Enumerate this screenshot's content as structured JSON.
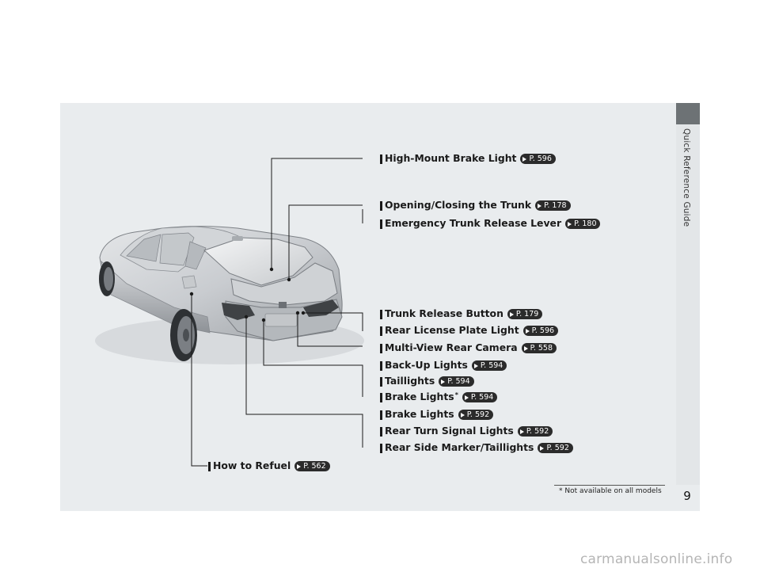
{
  "side_tab": "Quick Reference Guide",
  "page_number": "9",
  "footnote": "* Not available on all models",
  "watermark": "carmanualsonline.info",
  "labels": [
    {
      "text": "High-Mount Brake Light",
      "ref": "P. 596",
      "asterisk": ""
    },
    {
      "text": "Opening/Closing the Trunk",
      "ref": "P. 178",
      "asterisk": ""
    },
    {
      "text": "Emergency Trunk Release Lever",
      "ref": "P. 180",
      "asterisk": ""
    },
    {
      "text": "Trunk Release Button",
      "ref": "P. 179",
      "asterisk": ""
    },
    {
      "text": "Rear License Plate Light",
      "ref": "P. 596",
      "asterisk": ""
    },
    {
      "text": "Multi-View Rear Camera",
      "ref": "P. 558",
      "asterisk": ""
    },
    {
      "text": "Back-Up Lights",
      "ref": "P. 594",
      "asterisk": ""
    },
    {
      "text": "Taillights",
      "ref": "P. 594",
      "asterisk": ""
    },
    {
      "text": "Brake Lights",
      "ref": "P. 594",
      "asterisk": "*"
    },
    {
      "text": "Brake Lights",
      "ref": "P. 592",
      "asterisk": ""
    },
    {
      "text": "Rear Turn Signal Lights",
      "ref": "P. 592",
      "asterisk": ""
    },
    {
      "text": "Rear Side Marker/Taillights",
      "ref": "P. 592",
      "asterisk": ""
    },
    {
      "text": "How to Refuel",
      "ref": "P. 562",
      "asterisk": ""
    }
  ]
}
